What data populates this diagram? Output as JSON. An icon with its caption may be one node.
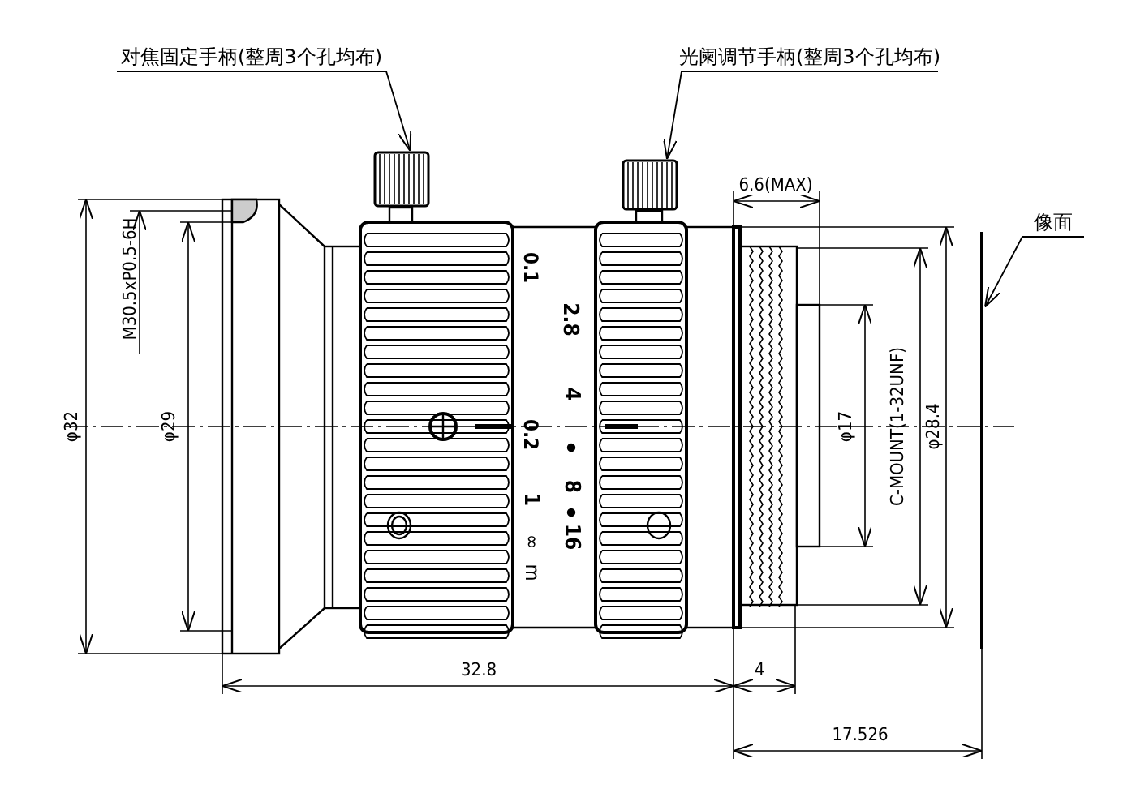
{
  "diagram": {
    "nodes": [
      {
        "text": [
          "对焦固定手柄(整周3个孔均布)"
        ]
      },
      {
        "text": [],
        "shape": "picture"
      },
      {
        "text": [
          "光阑调节手柄(整周3个孔均布)"
        ]
      },
      {
        "text": [],
        "shape": "picture"
      },
      {
        "text": [
          "像面"
        ]
      },
      {
        "text": [],
        "shape": "line"
      }
    ],
    "edges": [
      {
        "from": 0,
        "to": 1,
        "arrow": "to"
      },
      {
        "from": 2,
        "to": 3,
        "arrow": "to"
      },
      {
        "from": 4,
        "to": 5,
        "arrow": "to"
      }
    ],
    "labels": [
      "φ32",
      "M30.5xP0.5-6H",
      "φ29",
      "0.1",
      "2.8",
      "4",
      "0.2",
      "8",
      "16",
      "1",
      "∞",
      "m",
      "6.6(MAX)",
      "φ17",
      "C-MOUNT(1-32UNF)",
      "φ28.4",
      "32.8",
      "4",
      "17.526"
    ]
  }
}
